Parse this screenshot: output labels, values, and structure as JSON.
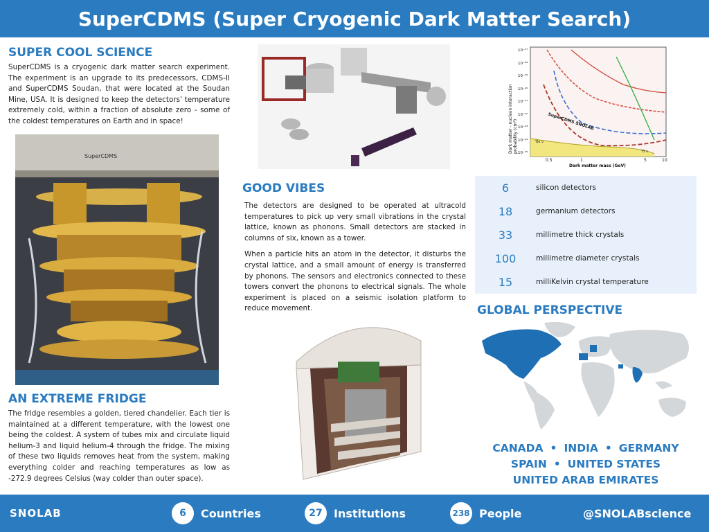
{
  "header": {
    "title": "SuperCDMS (Super Cryogenic Dark Matter Search)"
  },
  "sections": {
    "cool_science": {
      "title": "SUPER COOL SCIENCE",
      "text": "SuperCDMS is a cryogenic dark matter search experiment. The experiment is an upgrade to its predecessors, CDMS-II and SuperCDMS Soudan, that were located at the Soudan Mine, USA. It is designed to keep the detectors' temperature extremely cold, within a fraction of absolute zero - some of the coldest temperatures on Earth and in space!"
    },
    "fridge": {
      "title": "AN EXTREME FRIDGE",
      "text": "The fridge resembles a golden, tiered chandelier. Each tier is maintained at a different temperature, with the lowest one being the coldest. A system of tubes mix and circulate liquid helium-3 and liquid helium-4 through the fridge. The mixing of these two liquids removes heat from the system, making everything colder and reaching temperatures as low as -272.9 degrees Celsius (way colder than outer space)."
    },
    "vibes": {
      "title": "GOOD VIBES",
      "p1": "The detectors are designed to be operated at ultracold temperatures to pick up very small vibrations in the crystal lattice, known as phonons. Small detectors are stacked in columns of six, known as a tower.",
      "p2": "When a particle hits an atom in the detector, it disturbs the crystal lattice, and a small amount of energy is transferred by phonons. The sensors and electronics connected to these towers convert the phonons to electrical signals. The whole experiment is placed on a seismic isolation platform to reduce movement."
    },
    "global": {
      "title": "GLOBAL PERSPECTIVE"
    }
  },
  "fridge_photo": {
    "label": "SuperCDMS"
  },
  "stats": [
    {
      "value": "6",
      "label": "silicon detectors"
    },
    {
      "value": "18",
      "label": "germanium detectors"
    },
    {
      "value": "33",
      "label": "millimetre thick crystals"
    },
    {
      "value": "100",
      "label": "millimetre diameter crystals"
    },
    {
      "value": "15",
      "label": "milliKelvin crystal temperature"
    }
  ],
  "countries": {
    "line1": [
      "CANADA",
      "INDIA",
      "GERMANY"
    ],
    "line2": [
      "SPAIN",
      "UNITED STATES"
    ],
    "line3": [
      "UNITED ARAB EMIRATES"
    ]
  },
  "exclusion_plot": {
    "xlabel": "Dark matter mass (GeV)",
    "ylabel": "Dark matter - nucleon interaction probability (cm²)",
    "x_ticks": [
      "0.5",
      "1",
      "5",
      "10"
    ],
    "y_ticks": [
      "10⁻³⁷",
      "10⁻³⁸",
      "10⁻³⁹",
      "10⁻⁴⁰",
      "10⁻⁴¹",
      "10⁻⁴²",
      "10⁻⁴³",
      "10⁻⁴⁴",
      "10⁻⁴⁵"
    ],
    "curve_label": "SuperCDMS SNOLAB",
    "be_label": "⁷Be ν",
    "b_label": "⁸B ν"
  },
  "footer": {
    "logo": "SNOLAB",
    "countries_count": "6",
    "countries_label": "Countries",
    "institutions_count": "27",
    "institutions_label": "Institutions",
    "people_count": "238",
    "people_label": "People",
    "handle": "@SNOLABscience"
  },
  "colors": {
    "brand": "#2a7bc0",
    "stats_bg": "#e8f1fb",
    "map_highlight": "#1f6fb5",
    "map_base": "#d3d7da"
  }
}
